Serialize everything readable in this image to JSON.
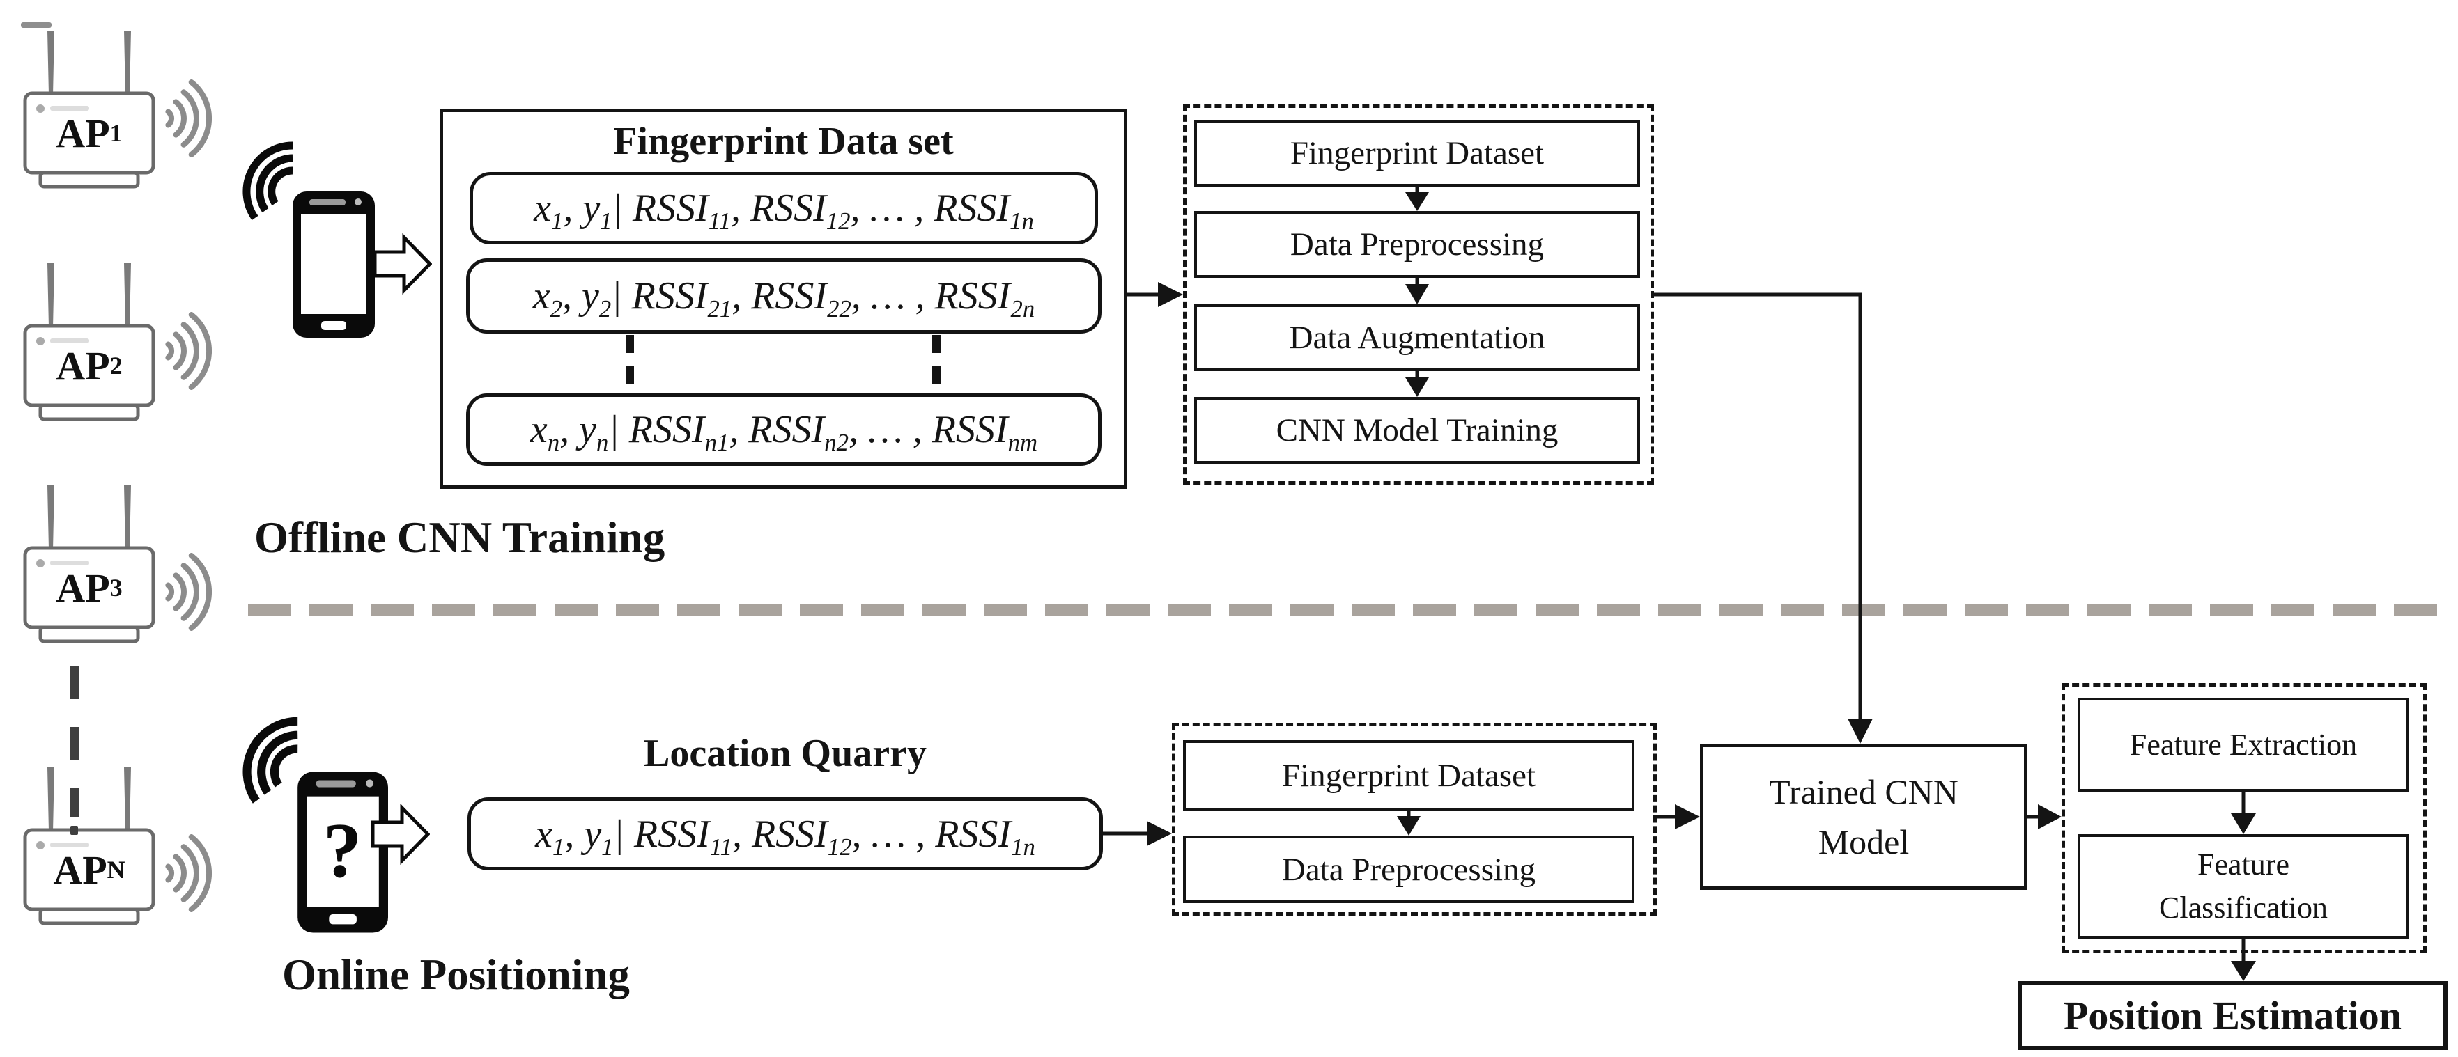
{
  "sections": {
    "offline_label": "Offline CNN Training",
    "online_label": "Online Positioning"
  },
  "access_points": [
    {
      "name": "AP1",
      "label_html": "AP<sub>1</sub>"
    },
    {
      "name": "AP2",
      "label_html": "AP<sub>2</sub>"
    },
    {
      "name": "AP3",
      "label_html": "AP<sub>3</sub>"
    },
    {
      "name": "APN",
      "label_html": "AP<sub>N</sub>"
    }
  ],
  "fingerprint_box": {
    "title": "Fingerprint Data set",
    "rows_html": [
      "<i>x<sub>1</sub>, y<sub>1</sub>| RSSI<sub>11</sub>, RSSI<sub>12</sub>, … , RSSI<sub>1n</sub></i>",
      "<i>x<sub>2</sub>, y<sub>2</sub>| RSSI<sub>21</sub>, RSSI<sub>22</sub>, … , RSSI<sub>2n</sub></i>",
      "<i>x<sub>n</sub>, y<sub>n</sub>| RSSI<sub>n1</sub>, RSSI<sub>n2</sub>, … , RSSI<sub>nm</sub></i>"
    ]
  },
  "offline_pipeline": {
    "steps": [
      "Fingerprint Dataset",
      "Data Preprocessing",
      "Data Augmentation",
      "CNN Model Training"
    ]
  },
  "location_query": {
    "title": "Location Quarry",
    "row_html": "<i>x<sub>1</sub>, y<sub>1</sub>| RSSI<sub>11</sub>, RSSI<sub>12</sub>, … , RSSI<sub>1n</sub></i>"
  },
  "online_pipeline": {
    "steps": [
      "Fingerprint Dataset",
      "Data Preprocessing"
    ]
  },
  "trained_model": {
    "label": "Trained CNN Model"
  },
  "feature_pipeline": {
    "steps": [
      "Feature Extraction",
      "Feature Classification"
    ]
  },
  "position_estimation": {
    "label": "Position Estimation"
  },
  "phone": {
    "query_glyph": "?"
  },
  "colors": {
    "ink": "#141414",
    "divider_gray": "#a9a39d",
    "router_gray": "#6a6a6a",
    "signal_gray": "#8c8c8c"
  }
}
